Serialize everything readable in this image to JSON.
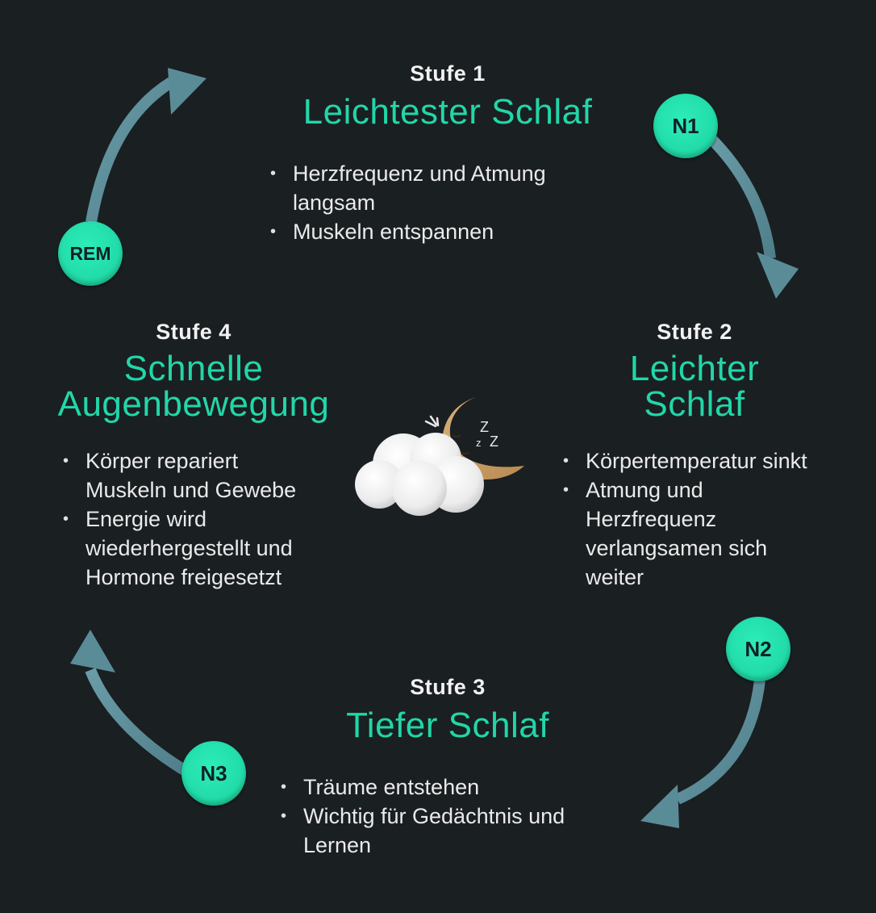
{
  "diagram": {
    "type": "sleep-cycle",
    "colors": {
      "background": "#1a1f22",
      "accent": "#22d6a8",
      "arrow": "#5a8c98",
      "badge_text": "#132024"
    },
    "stages": [
      {
        "label": "Stufe 1",
        "title": "Leichtester Schlaf",
        "badge": "N1",
        "bullets": [
          "Herzfrequenz und Atmung langsam",
          "Muskeln entspannen"
        ]
      },
      {
        "label": "Stufe 2",
        "title_line1": "Leichter",
        "title_line2": "Schlaf",
        "badge": "N2",
        "bullets": [
          "Körpertemperatur sinkt",
          "Atmung und Herzfrequenz verlangsamen sich weiter"
        ]
      },
      {
        "label": "Stufe 3",
        "title": "Tiefer Schlaf",
        "badge": "N3",
        "bullets": [
          "Träume entstehen",
          "Wichtig für Gedächtnis und Lernen"
        ]
      },
      {
        "label": "Stufe 4",
        "title_line1": "Schnelle",
        "title_line2": "Augenbewegung",
        "badge": "REM",
        "bullets": [
          "Körper repariert Muskeln und Gewebe",
          "Energie wird wiederhergestellt und Hormone freigesetzt"
        ]
      }
    ],
    "center_icon": "sleeping-moon-cloud-icon",
    "center_zzz": "Z z Z"
  }
}
